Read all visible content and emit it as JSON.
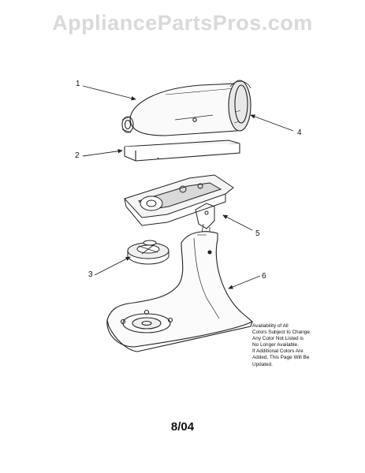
{
  "watermark": "AppliancePartsPros.com",
  "callouts": {
    "c1": "1",
    "c2": "2",
    "c3": "3",
    "c4": "4",
    "c5": "5",
    "c6": "6"
  },
  "notice": [
    "Availability of All",
    "Colors Subject to Change.",
    "Any Color Not Listed is",
    "No Longer Available.",
    "If Additional Colors Are",
    "Added, This Page Will Be",
    "Updated."
  ],
  "date": "8/04"
}
